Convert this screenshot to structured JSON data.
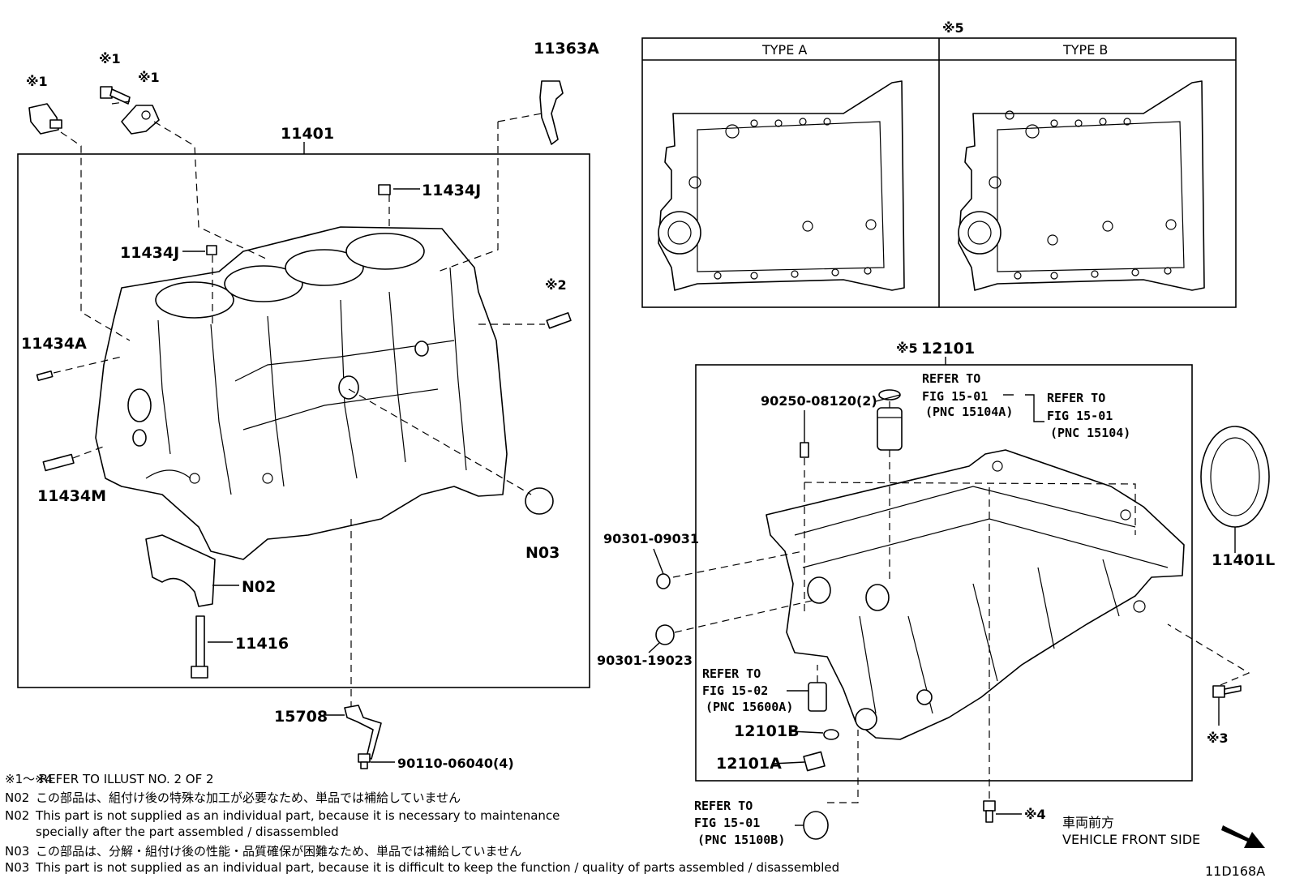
{
  "labels": {
    "s1_a": "※1",
    "s1_b": "※1",
    "s1_c": "※1",
    "p11363A": "11363A",
    "p11401": "11401",
    "p11434J_a": "11434J",
    "p11434J_b": "11434J",
    "s2": "※2",
    "p11434A": "11434A",
    "p11434M": "11434M",
    "N03": "N03",
    "N02": "N02",
    "p11416": "11416",
    "p15708": "15708",
    "p90110": "90110-06040(4)",
    "s5_top": "※5",
    "type_a": "TYPE A",
    "type_b": "TYPE B",
    "s5_12101": "※5",
    "p12101": "12101",
    "ref1_l1": "REFER TO",
    "ref1_l2": "FIG 15-01",
    "ref1_l3": "(PNC 15104A)",
    "ref2_l1": "REFER TO",
    "ref2_l2": "FIG 15-01",
    "ref2_l3": "(PNC 15104)",
    "p90250": "90250-08120(2)",
    "p90301_09031": "90301-09031",
    "p90301_19023": "90301-19023",
    "ref3_l1": "REFER TO",
    "ref3_l2": "FIG 15-02",
    "ref3_l3": "(PNC 15600A)",
    "p12101B": "12101B",
    "p12101A": "12101A",
    "ref4_l1": "REFER TO",
    "ref4_l2": "FIG 15-01",
    "ref4_l3": "(PNC 15100B)",
    "p11401L": "11401L",
    "s3": "※3",
    "s4": "※4",
    "front_jp": "車両前方",
    "front_en": "VEHICLE FRONT SIDE",
    "illus_code": "11D168A"
  },
  "notes": [
    {
      "key": "※1～※4",
      "text": "REFER TO ILLUST NO. 2 OF 2"
    },
    {
      "key": "N02",
      "text": "この部品は、組付け後の特殊な加工が必要なため、単品では補給していません"
    },
    {
      "key": "N02",
      "text": "This part is not supplied as an individual part, because it is necessary to maintenance"
    },
    {
      "key": "",
      "text": "specially after the part assembled / disassembled"
    },
    {
      "key": "N03",
      "text": "この部品は、分解・組付け後の性能・品質確保が困難なため、単品では補給していません"
    },
    {
      "key": "N03",
      "text": "This part is not supplied as an individual part, because it is difficult to keep the function / quality of parts  assembled / disassembled"
    }
  ]
}
